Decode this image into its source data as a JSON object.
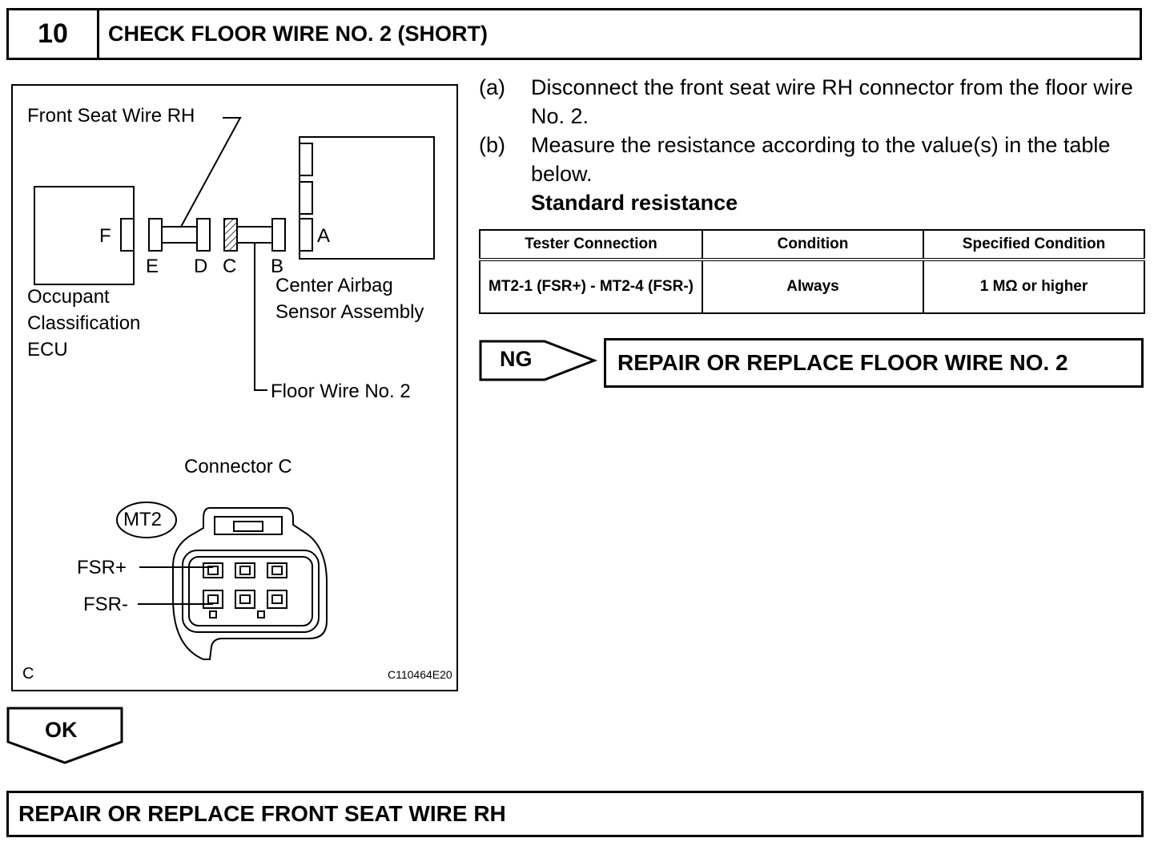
{
  "header": {
    "step_number": "10",
    "title": "CHECK FLOOR WIRE NO. 2 (SHORT)"
  },
  "illustration": {
    "front_seat_wire_label": "Front Seat Wire RH",
    "occupant_line1": "Occupant",
    "occupant_line2": "Classification",
    "occupant_line3": "ECU",
    "center_line1": "Center Airbag",
    "center_line2": "Sensor Assembly",
    "floor_wire_label": "Floor Wire No. 2",
    "letters": {
      "A": "A",
      "B": "B",
      "C": "C",
      "D": "D",
      "E": "E",
      "F": "F"
    },
    "connector_title": "Connector C",
    "connector_code": "MT2",
    "pin_fsr_plus": "FSR+",
    "pin_fsr_minus": "FSR-",
    "corner_letter": "C",
    "figure_code": "C110464E20"
  },
  "instructions": {
    "a_letter": "(a)",
    "a_text": "Disconnect the front seat wire RH connector from the floor wire No. 2.",
    "b_letter": "(b)",
    "b_text": "Measure the resistance according to the value(s) in the table below.",
    "standard_heading": "Standard resistance"
  },
  "table": {
    "headers": [
      "Tester Connection",
      "Condition",
      "Specified Condition"
    ],
    "row": {
      "connection": "MT2-1 (FSR+) - MT2-4 (FSR-)",
      "condition": "Always",
      "specified": "1 MΩ or higher"
    }
  },
  "ng": {
    "label": "NG",
    "action": "REPAIR OR REPLACE FLOOR WIRE NO. 2"
  },
  "ok": {
    "label": "OK",
    "action": "REPAIR OR REPLACE FRONT SEAT WIRE RH"
  }
}
